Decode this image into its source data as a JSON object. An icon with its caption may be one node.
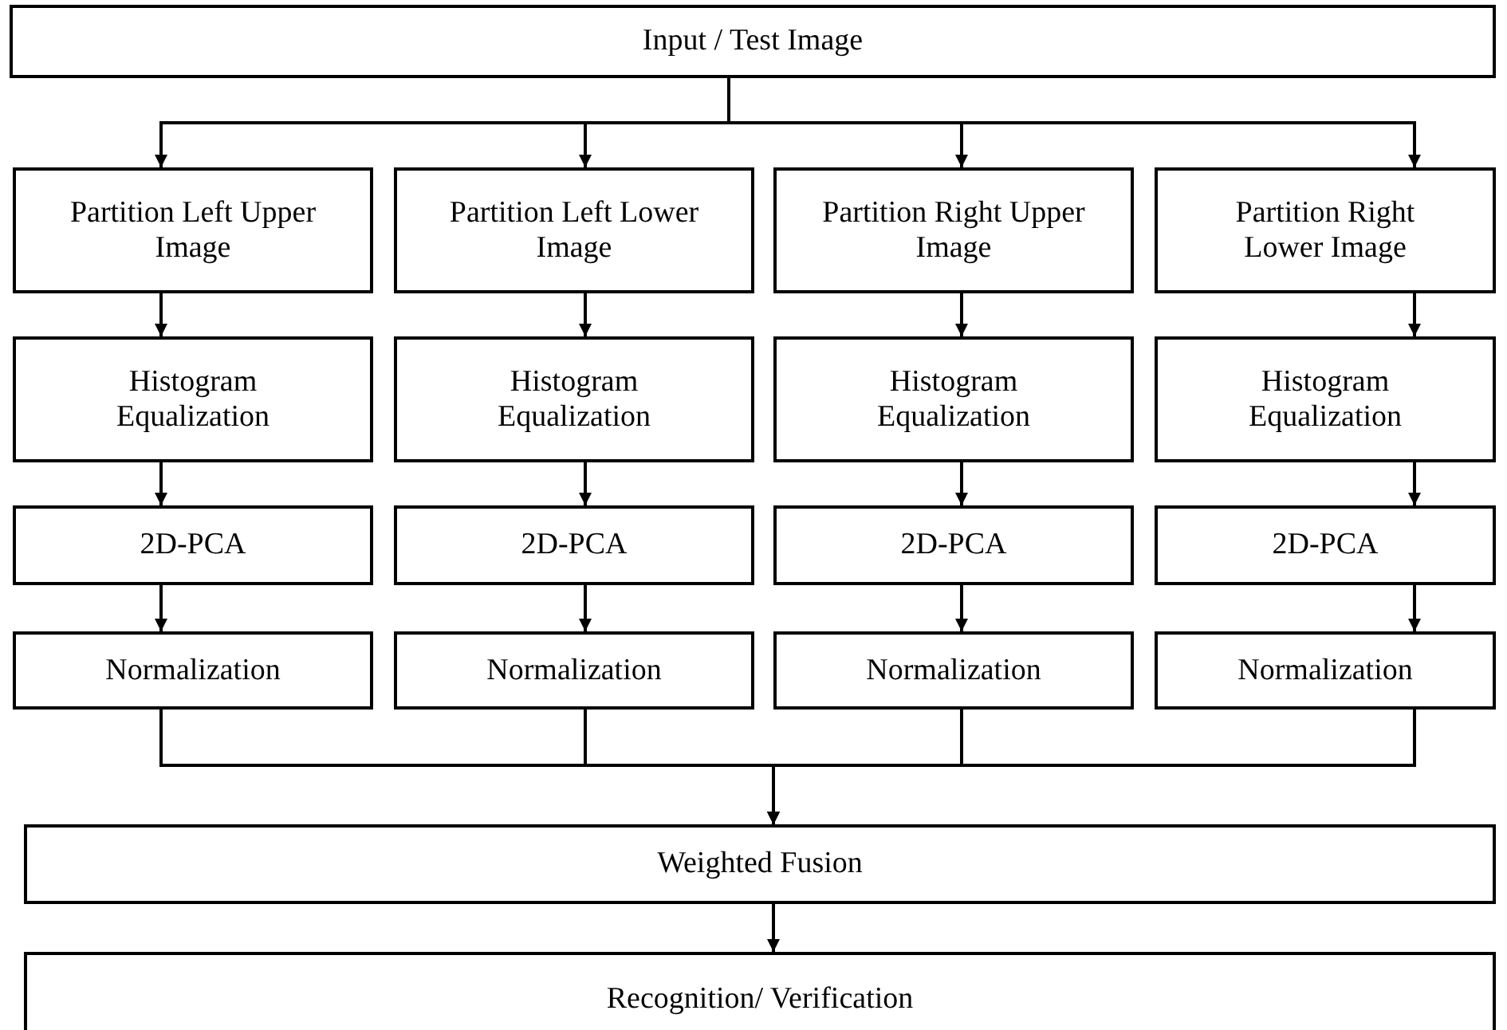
{
  "diagram": {
    "nodes": [
      {
        "text": [
          "Input / Test Image"
        ]
      },
      {
        "text": [
          "Partition Left Upper Image"
        ]
      },
      {
        "text": [
          "Partition Left Lower Image"
        ]
      },
      {
        "text": [
          "Partition Right Upper Image"
        ]
      },
      {
        "text": [
          "Partition Right Lower Image"
        ]
      },
      {
        "text": [
          "Histogram Equalization"
        ]
      },
      {
        "text": [
          "Histogram Equalization"
        ]
      },
      {
        "text": [
          "Histogram Equalization"
        ]
      },
      {
        "text": [
          "Histogram Equalization"
        ]
      },
      {
        "text": [
          "2D-PCA"
        ]
      },
      {
        "text": [
          "2D-PCA"
        ]
      },
      {
        "text": [
          "2D-PCA"
        ]
      },
      {
        "text": [
          "2D-PCA"
        ]
      },
      {
        "text": [
          "Normalization"
        ]
      },
      {
        "text": [
          "Normalization"
        ]
      },
      {
        "text": [
          "Normalization"
        ]
      },
      {
        "text": [
          "Normalization"
        ]
      },
      {
        "text": [
          "Weighted Fusion"
        ]
      },
      {
        "text": [
          "Recognition/ Verification"
        ]
      }
    ],
    "edges": [
      {
        "from": 0,
        "to": 1,
        "arrow": "to"
      },
      {
        "from": 0,
        "to": 2,
        "arrow": "to"
      },
      {
        "from": 0,
        "to": 3,
        "arrow": "to"
      },
      {
        "from": 0,
        "to": 4,
        "arrow": "to"
      },
      {
        "from": 1,
        "to": 5,
        "arrow": "to"
      },
      {
        "from": 2,
        "to": 6,
        "arrow": "to"
      },
      {
        "from": 3,
        "to": 7,
        "arrow": "to"
      },
      {
        "from": 4,
        "to": 8,
        "arrow": "to"
      },
      {
        "from": 5,
        "to": 9,
        "arrow": "to"
      },
      {
        "from": 6,
        "to": 10,
        "arrow": "to"
      },
      {
        "from": 7,
        "to": 11,
        "arrow": "to"
      },
      {
        "from": 8,
        "to": 12,
        "arrow": "to"
      },
      {
        "from": 9,
        "to": 13,
        "arrow": "to"
      },
      {
        "from": 10,
        "to": 14,
        "arrow": "to"
      },
      {
        "from": 11,
        "to": 15,
        "arrow": "to"
      },
      {
        "from": 12,
        "to": 16,
        "arrow": "to"
      },
      {
        "from": 13,
        "to": 17,
        "arrow": "to"
      },
      {
        "from": 14,
        "to": 17,
        "arrow": "to"
      },
      {
        "from": 15,
        "to": 17,
        "arrow": "to"
      },
      {
        "from": 16,
        "to": 17,
        "arrow": "to"
      },
      {
        "from": 17,
        "to": 18,
        "arrow": "to"
      }
    ]
  }
}
